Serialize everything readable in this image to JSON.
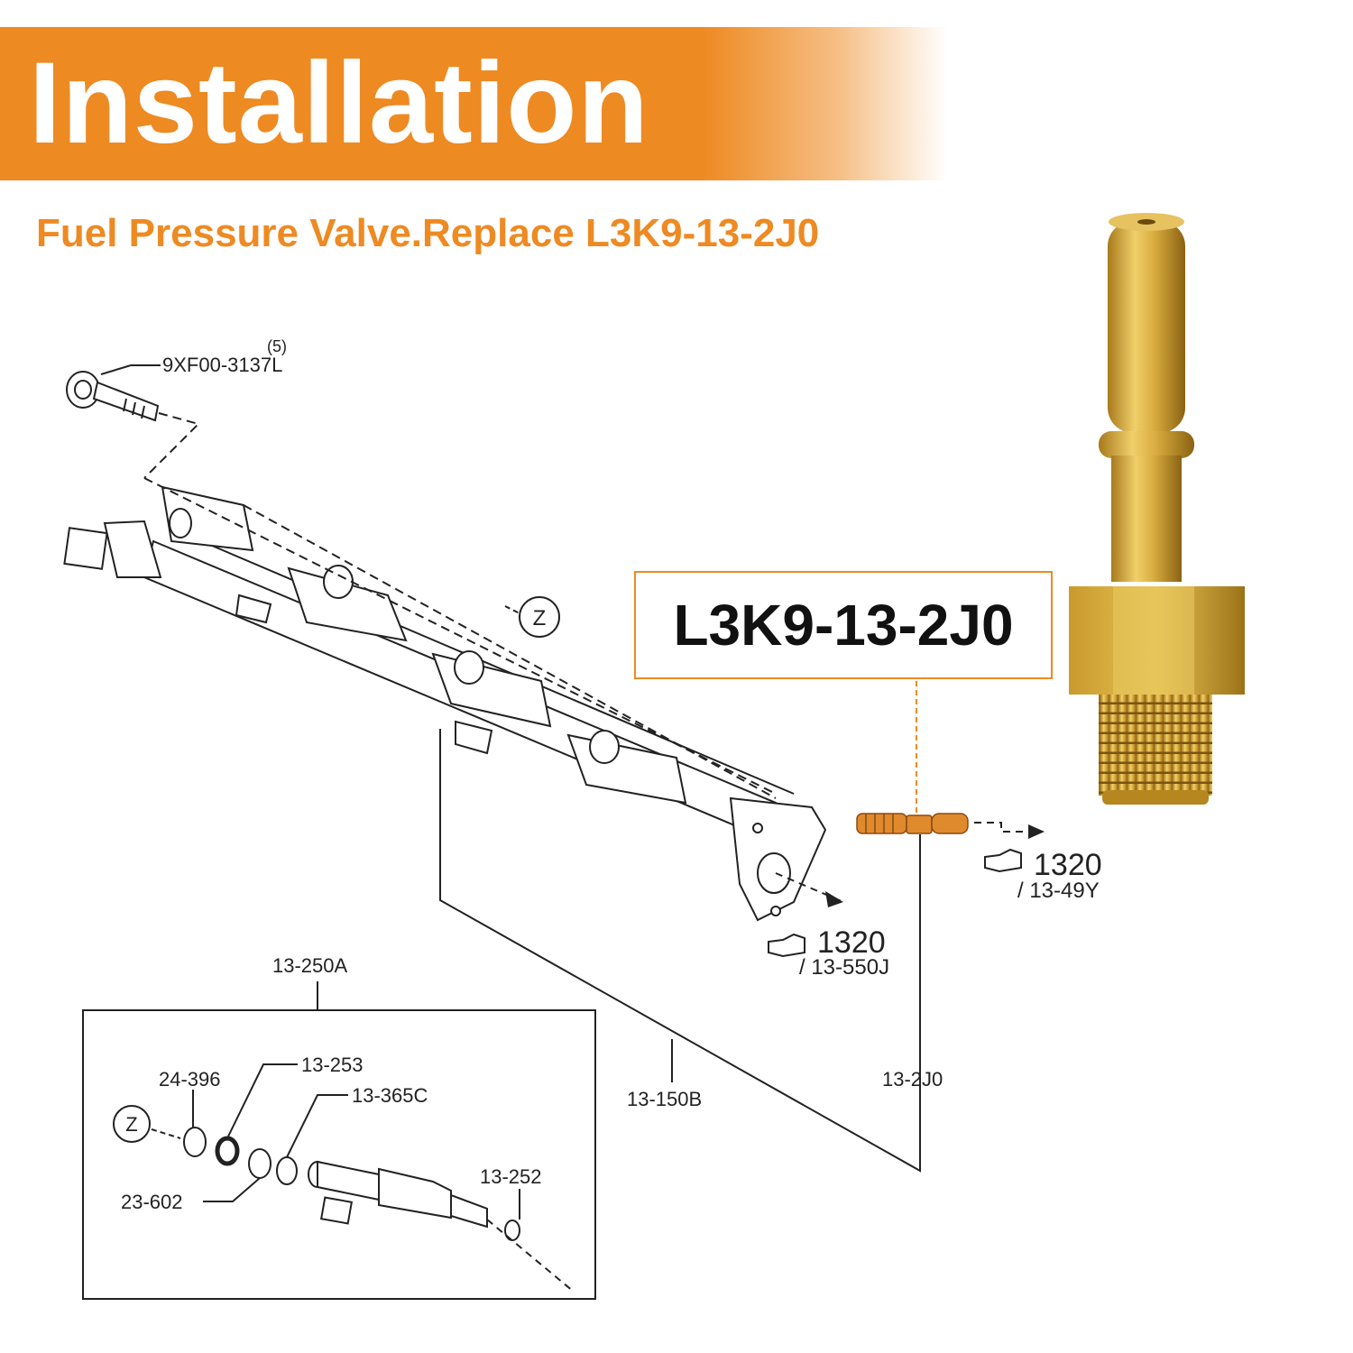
{
  "header": {
    "title": "Installation",
    "subtitle": "Fuel Pressure Valve.Replace L3K9-13-2J0",
    "accent_color": "#ee8a22"
  },
  "callout": {
    "part_number": "L3K9-13-2J0"
  },
  "diagram": {
    "labels": {
      "bolt_qty": "(5)",
      "bolt_part": "9XF00-3137L",
      "detail_marker": "Z",
      "torque_a": "1320",
      "torque_a_ref": "/ 13-49Y",
      "torque_b": "1320",
      "torque_b_ref": "/ 13-550J",
      "injector_assy": "13-250A",
      "fuel_rail": "13-150B",
      "pressure_valve": "13-2J0",
      "part_24_396": "24-396",
      "part_13_253": "13-253",
      "part_13_365c": "13-365C",
      "part_23_602": "23-602",
      "part_13_252": "13-252"
    },
    "icons": [
      "bolt-icon",
      "fuel-rail-icon",
      "injector-icon",
      "o-ring-icon",
      "hand-pointer-icon",
      "brass-fitting-icon"
    ],
    "valve_color": "#e08a2e",
    "product_color": "#d4a73c"
  }
}
